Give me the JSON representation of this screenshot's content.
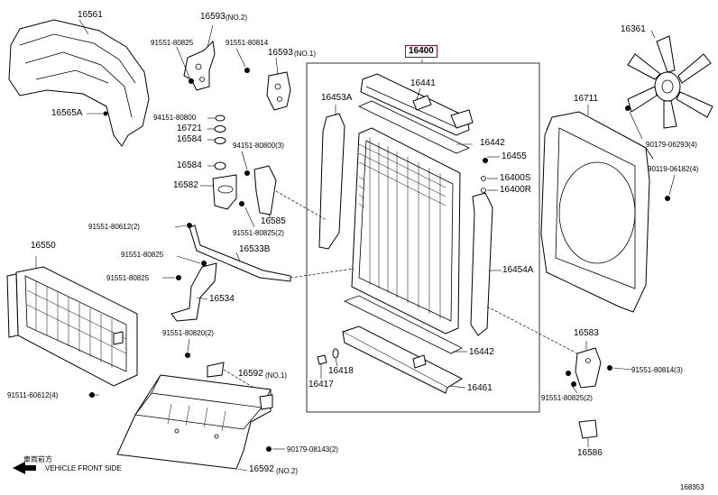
{
  "diagram": {
    "title_code": "16400",
    "footer_code": "168353",
    "direction": {
      "icon": "arrow-left-icon",
      "label_native": "車両前方",
      "label_en": "VEHICLE FRONT SIDE"
    },
    "labels": {
      "p16561": "16561",
      "p16593_2": "16593",
      "p16593_2_suffix": "(NO.2)",
      "p91551_80825_a": "91551-80825",
      "p91551_80814": "91551-80814",
      "p16593_1": "16593",
      "p16593_1_suffix": "(NO.1)",
      "p16565A": "16565A",
      "p94151_80800": "94151-80800",
      "p16721": "16721",
      "p16584_a": "16584",
      "p94151_80800_3": "94151-80800(3)",
      "p16584_b": "16584",
      "p16582": "16582",
      "p16585": "16585",
      "p91551_80825_2a": "91551-80825(2)",
      "p91551_80612_2": "91551-80612(2)",
      "p16533B": "16533B",
      "p16550": "16550",
      "p91551_80825_b": "91551-80825",
      "p91551_80825_c": "91551-80825",
      "p16534": "16534",
      "p91551_80820_2": "91551-80820(2)",
      "p16592_1": "16592",
      "p16592_1_suffix": "(NO.1)",
      "p91511_60612_4": "91511-60612(4)",
      "p90179_08143_2": "90179-08143(2)",
      "p16592_2": "16592",
      "p16592_2_suffix": "(NO.2)",
      "p16453A": "16453A",
      "p16441": "16441",
      "p16442_a": "16442",
      "p16455": "16455",
      "p16400S": "16400S",
      "p16400R": "16400R",
      "p16454A": "16454A",
      "p16442_b": "16442",
      "p16418": "16418",
      "p16417": "16417",
      "p16461": "16461",
      "p16361": "16361",
      "p16711": "16711",
      "p90179_06293_4": "90179-06293(4)",
      "p90119_06182_4": "90119-06182(4)",
      "p16583": "16583",
      "p91551_80814_3": "91551-80814(3)",
      "p91551_80825_2b": "91551-80825(2)",
      "p16586": "16586"
    }
  }
}
